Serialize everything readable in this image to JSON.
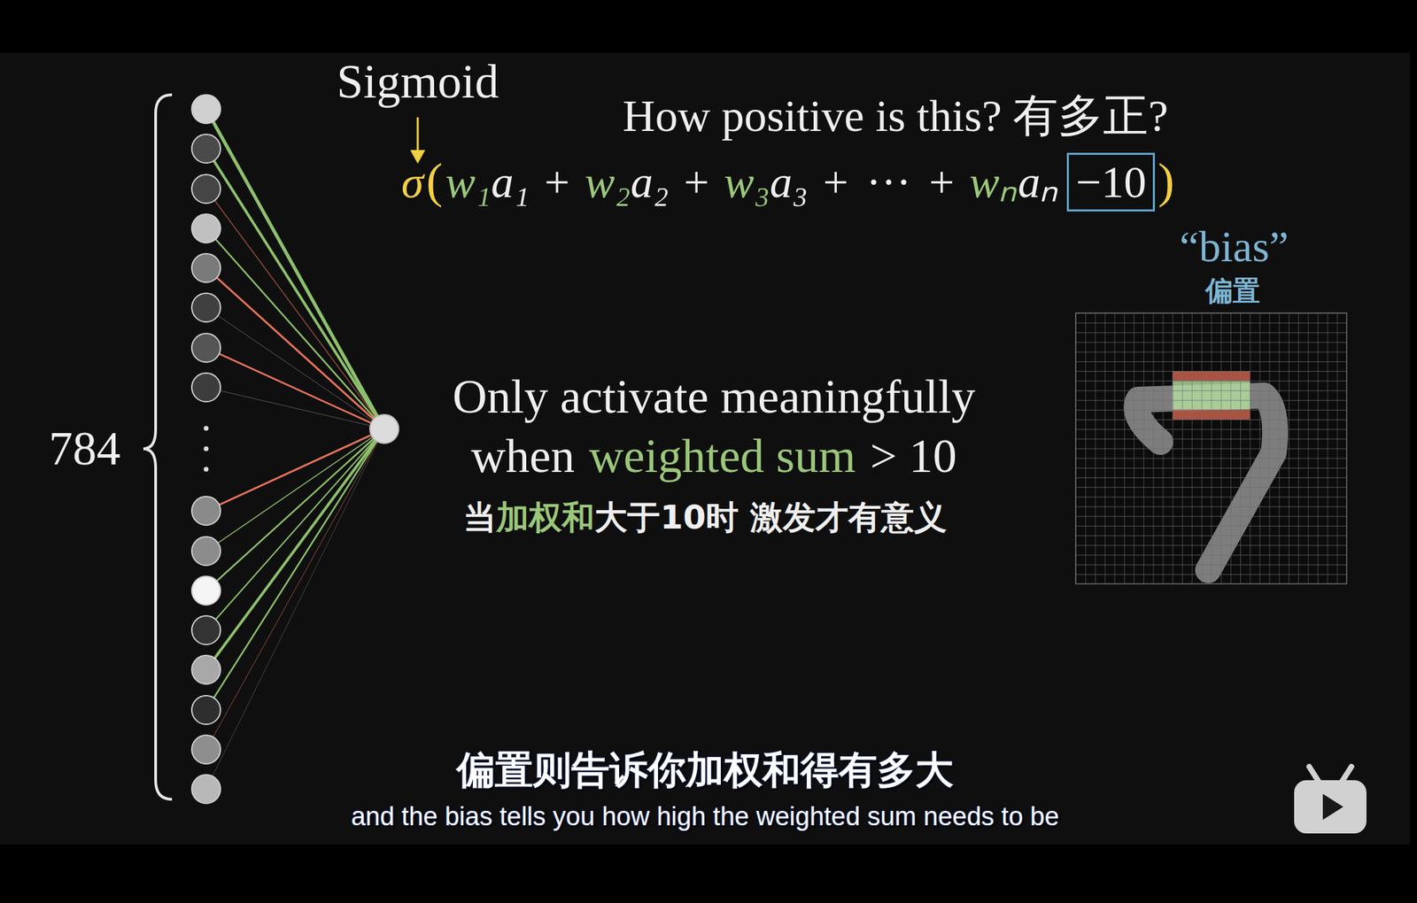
{
  "diagram": {
    "nodes": [
      {
        "text": [
          "−10"
        ]
      }
    ],
    "labels": [
      "Sigmoid",
      "How positive is this? 有多正?",
      "σ",
      "(",
      "w₁",
      "a₁",
      "+",
      "w₂",
      "a₂",
      "+",
      "w₃",
      "a₃",
      "+",
      "···",
      "+",
      "wₙ",
      "aₙ",
      ")",
      "“bias”",
      "偏置",
      "Only activate meaningfully",
      "when",
      "weighted sum",
      "> 10",
      "当",
      "加权和",
      "大于10时 激发才有意义",
      "784",
      "偏置则告诉你加权和得有多大",
      "and the bias tells you how high the weighted sum needs to be"
    ]
  }
}
